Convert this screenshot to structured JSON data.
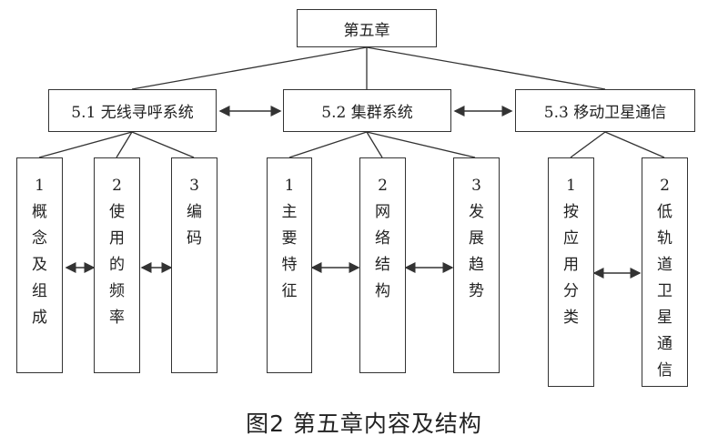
{
  "root": {
    "label": "第五章"
  },
  "sections": [
    {
      "label": "5.1  无线寻呼系统",
      "items": [
        {
          "label": "1概念及组成"
        },
        {
          "label": "2使用的频率"
        },
        {
          "label": "3编码"
        }
      ]
    },
    {
      "label": "5.2  集群系统",
      "items": [
        {
          "label": "1主要特征"
        },
        {
          "label": "2网络结构"
        },
        {
          "label": "3发展趋势"
        }
      ]
    },
    {
      "label": "5.3  移动卫星通信",
      "items": [
        {
          "label": "1按应用分类"
        },
        {
          "label": "2低轨道卫星通信"
        }
      ]
    }
  ],
  "caption": "图2   第五章内容及结构",
  "colors": {
    "line": "#333333",
    "background": "#ffffff"
  }
}
